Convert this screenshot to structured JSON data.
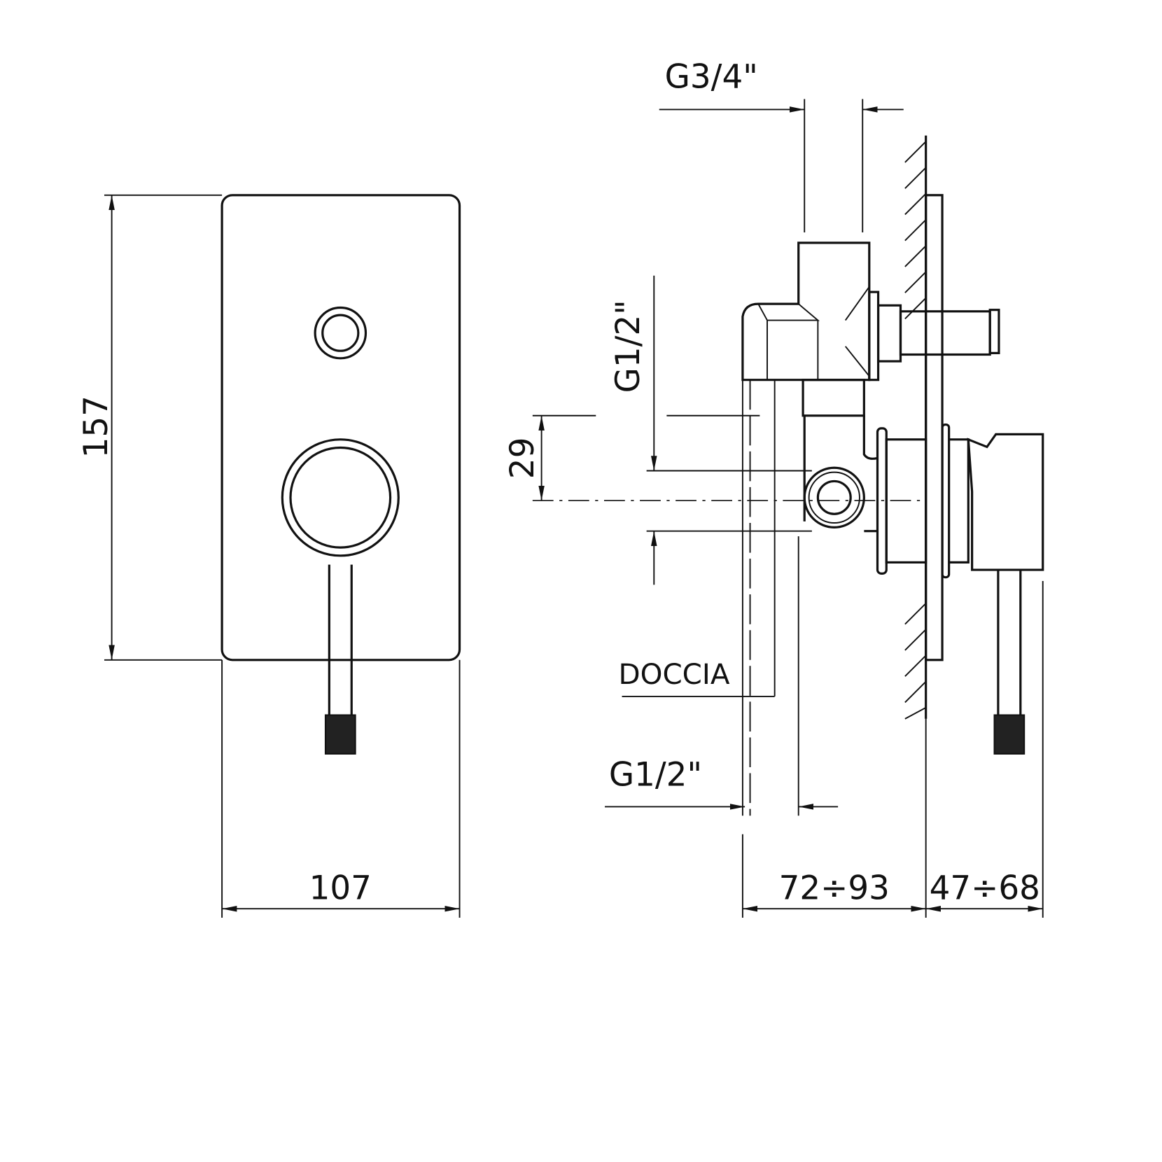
{
  "dimensions": {
    "height": "157",
    "width": "107",
    "top_connection": "G3/4\"",
    "side_connection": "G1/2\"",
    "offset": "29",
    "outlet_label": "DOCCIA",
    "outlet_connection": "G1/2\"",
    "wall_depth": "72÷93",
    "projection": "47÷68"
  }
}
